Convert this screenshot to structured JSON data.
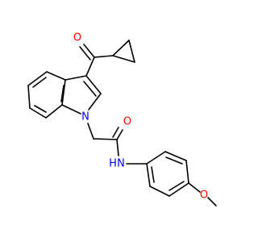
{
  "molecule": {
    "atoms": {
      "carbonyl_oxygen_top": "O",
      "indole_nitrogen": "N",
      "amide_oxygen": "O",
      "amide_nitrogen": "N",
      "amide_hydrogen": "H",
      "ether_oxygen": "O"
    },
    "colors": {
      "bond": "#000000",
      "oxygen": "#ff0000",
      "nitrogen": "#0000ff"
    }
  }
}
